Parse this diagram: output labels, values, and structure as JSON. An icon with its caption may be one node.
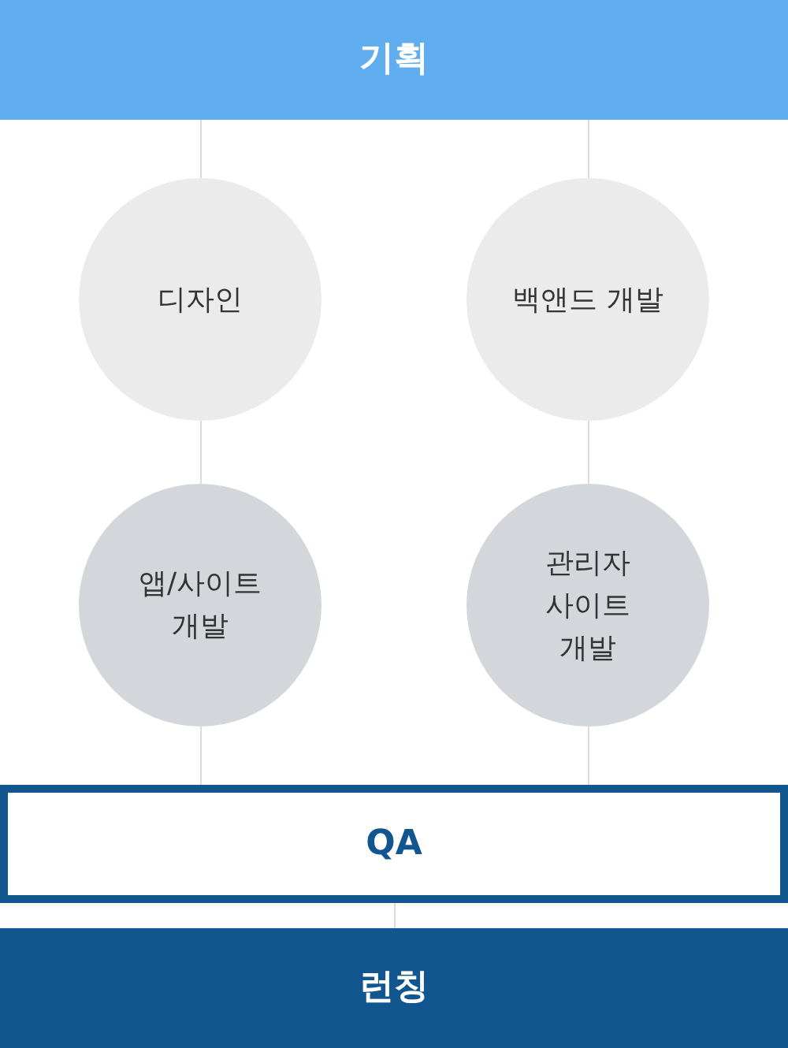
{
  "diagram": {
    "nodes": [
      {
        "text": [
          "기획"
        ]
      },
      {
        "text": [
          "디자인"
        ]
      },
      {
        "text": [
          "백앤드 개발"
        ]
      },
      {
        "text": [
          "앱/사이트 개발"
        ]
      },
      {
        "text": [
          "관리자 사이트 개발"
        ]
      },
      {
        "text": [
          "QA"
        ]
      },
      {
        "text": [
          "런칭"
        ]
      }
    ],
    "edges": [
      {
        "from": 0,
        "to": 1,
        "arrow": "none"
      },
      {
        "from": 0,
        "to": 2,
        "arrow": "none"
      },
      {
        "from": 1,
        "to": 3,
        "arrow": "none"
      },
      {
        "from": 2,
        "to": 4,
        "arrow": "none"
      },
      {
        "from": 3,
        "to": 5,
        "arrow": "none"
      },
      {
        "from": 4,
        "to": 5,
        "arrow": "none"
      },
      {
        "from": 5,
        "to": 6,
        "arrow": "none"
      }
    ]
  }
}
